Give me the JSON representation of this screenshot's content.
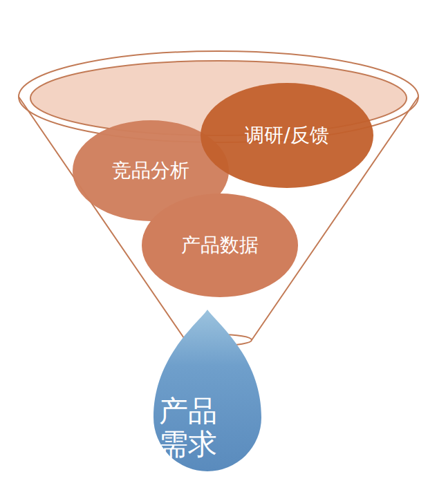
{
  "diagram": {
    "nodes": [
      {
        "text": [
          "竞品分析"
        ]
      },
      {
        "text": [
          "调研/反馈"
        ]
      },
      {
        "text": [
          "产品数据"
        ]
      },
      {
        "text": [
          "产品 需求"
        ]
      }
    ]
  }
}
